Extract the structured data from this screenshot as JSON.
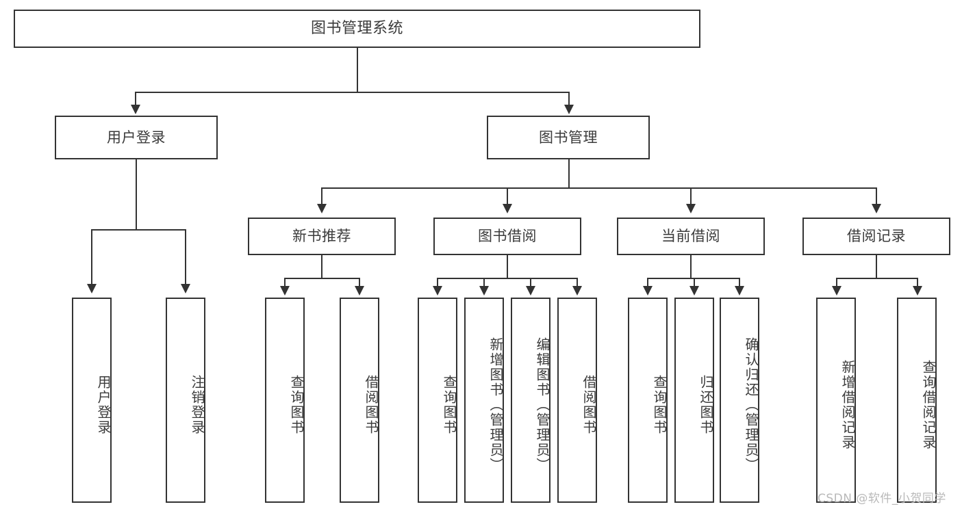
{
  "diagram": {
    "type": "tree",
    "title": "图书管理系统",
    "root": {
      "label": "图书管理系统"
    },
    "level2": [
      {
        "label": "用户登录"
      },
      {
        "label": "图书管理"
      }
    ],
    "level3": [
      {
        "label": "新书推荐"
      },
      {
        "label": "图书借阅"
      },
      {
        "label": "当前借阅"
      },
      {
        "label": "借阅记录"
      }
    ],
    "leaves": [
      {
        "label": "用户登录",
        "parent": "用户登录"
      },
      {
        "label": "注销登录",
        "parent": "用户登录"
      },
      {
        "label": "查询图书",
        "parent": "新书推荐"
      },
      {
        "label": "借阅图书",
        "parent": "新书推荐"
      },
      {
        "label": "查询图书",
        "parent": "图书借阅"
      },
      {
        "label": "新增图书（管理员）",
        "parent": "图书借阅"
      },
      {
        "label": "编辑图书（管理员）",
        "parent": "图书借阅"
      },
      {
        "label": "借阅图书",
        "parent": "图书借阅"
      },
      {
        "label": "查询图书",
        "parent": "当前借阅"
      },
      {
        "label": "归还图书",
        "parent": "当前借阅"
      },
      {
        "label": "确认归还（管理员）",
        "parent": "当前借阅"
      },
      {
        "label": "新增借阅记录",
        "parent": "借阅记录"
      },
      {
        "label": "查询借阅记录",
        "parent": "借阅记录"
      }
    ]
  },
  "watermark": {
    "text": "CSDN @软件_小贺同学"
  },
  "colors": {
    "border": "#333333",
    "text": "#3b3b3b",
    "background": "#ffffff",
    "watermark": "#b9b9b9"
  }
}
